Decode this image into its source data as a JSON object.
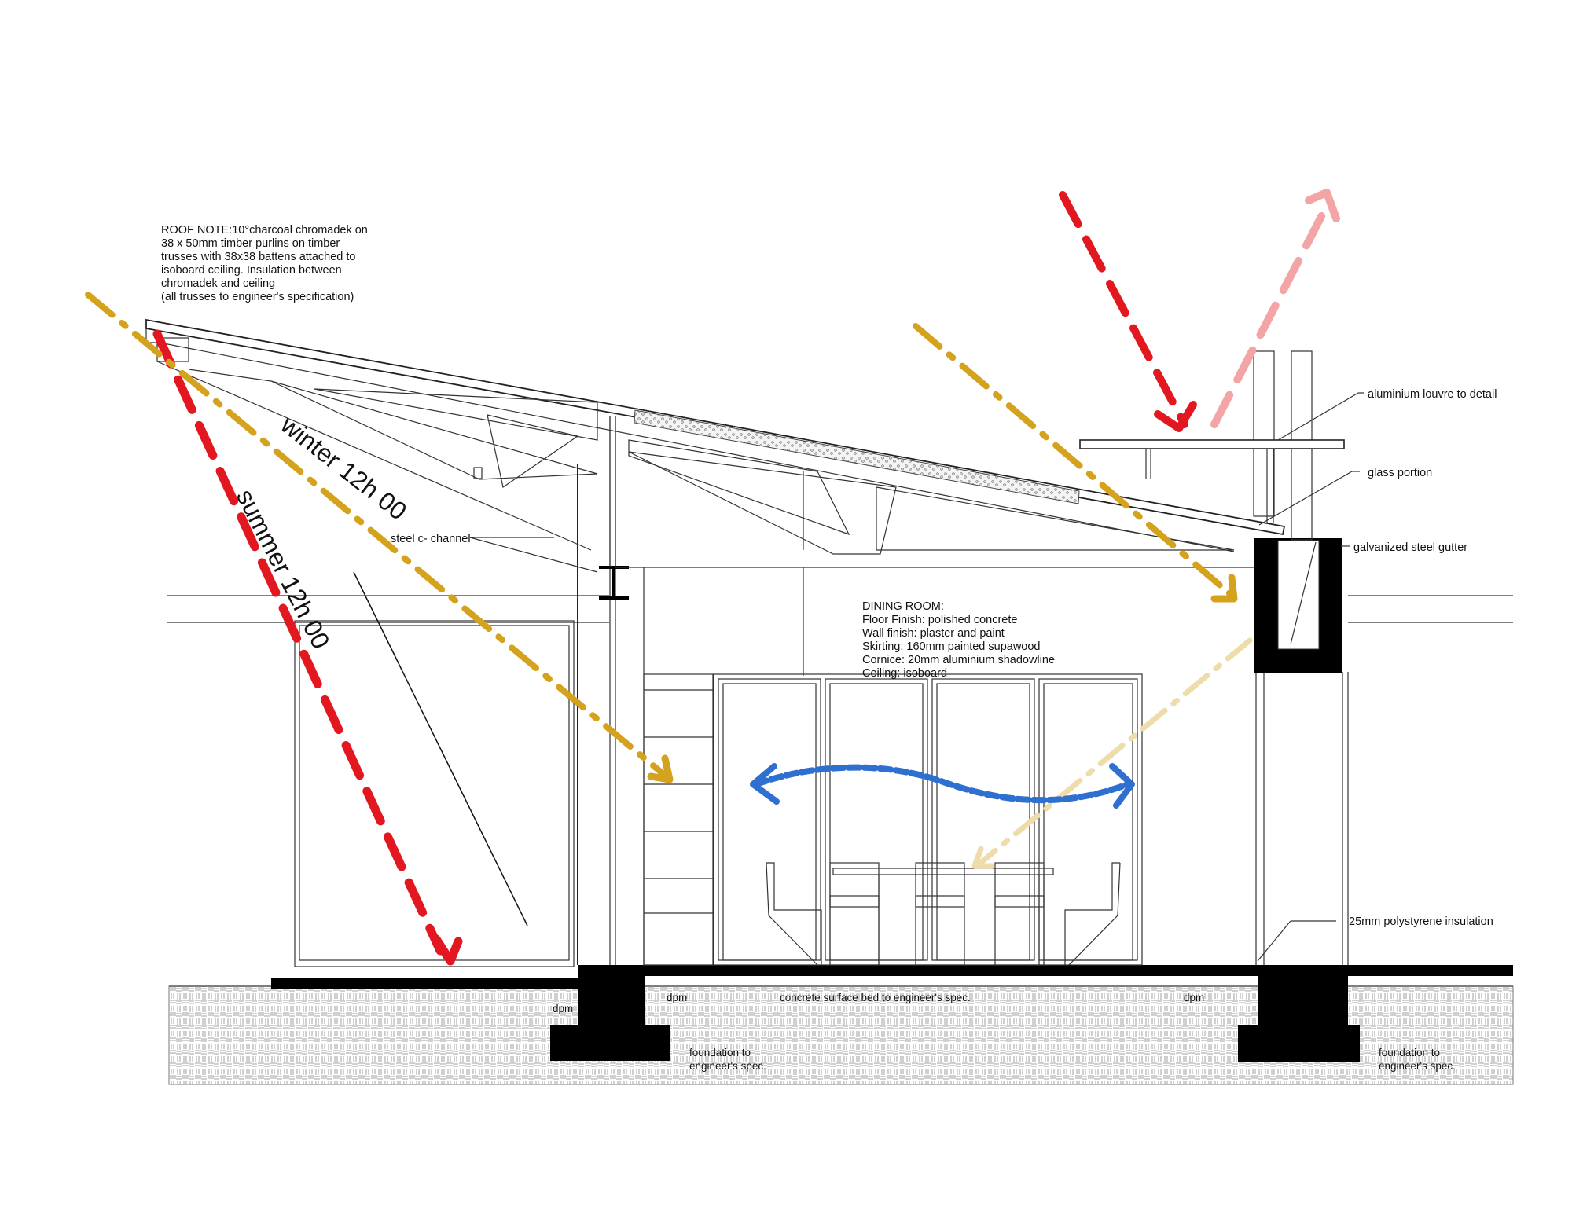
{
  "roof_note": [
    "ROOF NOTE:10°charcoal chromadek on",
    "38 x 50mm timber purlins on  timber",
    "trusses with 38x38 battens attached to",
    "isoboard ceiling. Insulation between",
    "chromadek and ceiling",
    "(all trusses  to engineer's specification)"
  ],
  "sun_labels": {
    "winter": "winter 12h 00",
    "summer": "summer 12h 00"
  },
  "callouts": {
    "louvre": "aluminium louvre to detail",
    "glass": "glass portion",
    "gutter": "galvanized steel gutter",
    "channel": "steel c- channel",
    "insulation": "25mm polystyrene insulation"
  },
  "dining_room": [
    "DINING ROOM:",
    "Floor Finish: polished concrete",
    "Wall finish: plaster and paint",
    "Skirting: 160mm painted supawood",
    "Cornice: 20mm aluminium shadowline",
    "Ceiling: isoboard"
  ],
  "ground": {
    "dpm": "dpm",
    "surface_bed": "concrete surface bed to engineer's spec.",
    "foundation_line1": "foundation to",
    "foundation_line2": "engineer's spec."
  },
  "colors": {
    "summer_sun": "#e3171f",
    "winter_sun": "#d4a21c",
    "reflected_sun": "#f3a4a4",
    "diffused_light": "#eedcaa",
    "air_flow": "#2f6fd0"
  },
  "icons": [
    "summer-sun-arrow",
    "winter-sun-arrow",
    "reflected-arrow",
    "air-circulation-arrow"
  ]
}
